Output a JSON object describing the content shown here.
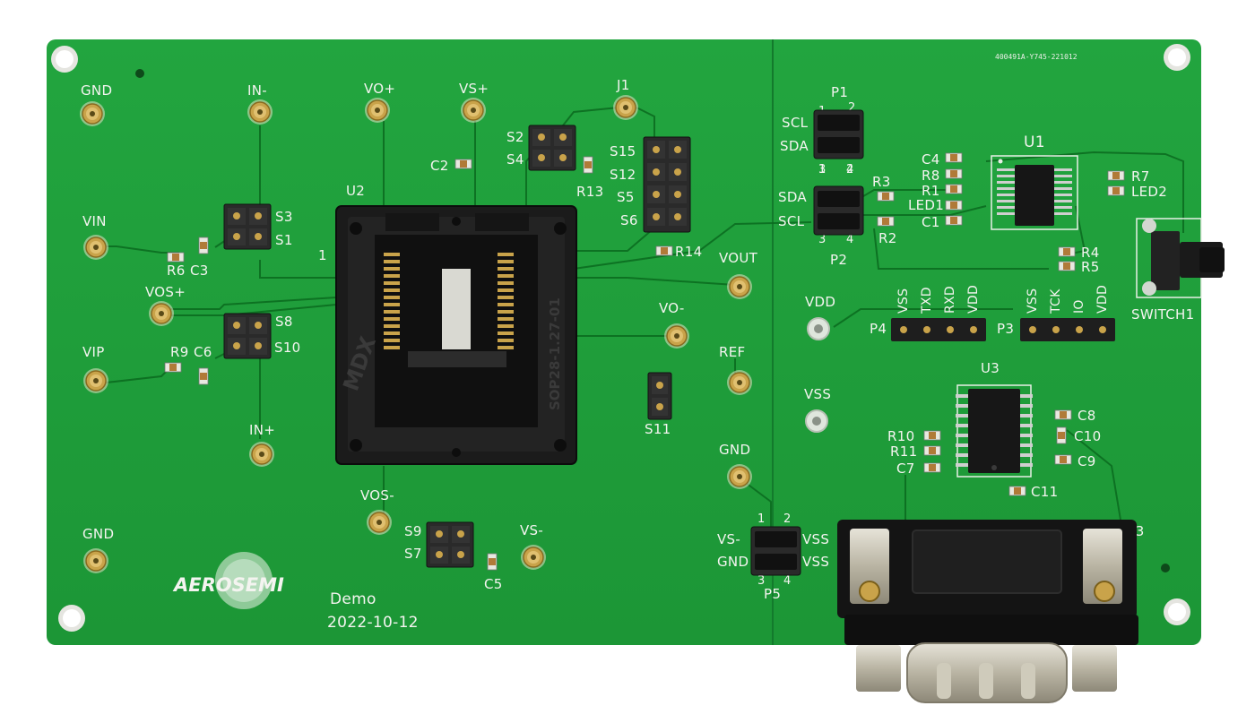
{
  "board": {
    "colors": {
      "pcb": "#1f9e3b",
      "pcb_dark": "#178a32",
      "silkscreen": "#f4f4f0",
      "gold": "#c9a34a",
      "socket": "#1b1b1b"
    },
    "top_code": "400491A-Y745-221012",
    "brand": "AEROSEMI",
    "demo_label": "Demo",
    "date_label": "2022-10-12",
    "socket_marks": {
      "brand": "MDX",
      "part": "SOP28-1.27-01",
      "pin1": "1"
    },
    "test_points": {
      "gnd_tl": "GND",
      "in_minus": "IN-",
      "vo_plus": "VO+",
      "vs_plus": "VS+",
      "j1": "J1",
      "vin": "VIN",
      "vos_plus": "VOS+",
      "vip": "VIP",
      "in_plus": "IN+",
      "gnd_bl": "GND",
      "vos_minus": "VOS-",
      "vs_minus": "VS-",
      "vout": "VOUT",
      "vo_minus": "VO-",
      "ref": "REF",
      "gnd_mid": "GND",
      "vdd": "VDD",
      "vss": "VSS"
    },
    "refdes": {
      "u1": "U1",
      "u2": "U2",
      "u3": "U3",
      "j3": "J3",
      "p1": "P1",
      "p2": "P2",
      "p3": "P3",
      "p4": "P4",
      "p5": "P5",
      "s1": "S1",
      "s2": "S2",
      "s3": "S3",
      "s4": "S4",
      "s5": "S5",
      "s6": "S6",
      "s7": "S7",
      "s8": "S8",
      "s9": "S9",
      "s10": "S10",
      "s11": "S11",
      "s12": "S12",
      "s15": "S15",
      "r1": "R1",
      "r2": "R2",
      "r3": "R3",
      "r4": "R4",
      "r5": "R5",
      "r6": "R6",
      "r7": "R7",
      "r8": "R8",
      "r9": "R9",
      "r10": "R10",
      "r11": "R11",
      "r13": "R13",
      "r14": "R14",
      "c1": "C1",
      "c2": "C2",
      "c3": "C3",
      "c4": "C4",
      "c5": "C5",
      "c6": "C6",
      "c7": "C7",
      "c8": "C8",
      "c9": "C9",
      "c10": "C10",
      "c11": "C11",
      "led1": "LED1",
      "led2": "LED2",
      "switch1": "SWITCH1"
    },
    "header_labels": {
      "p1_scl": "SCL",
      "p1_sda": "SDA",
      "p2_sda": "SDA",
      "p2_scl": "SCL",
      "p1_n1": "1",
      "p1_n2": "2",
      "p1_n3": "3",
      "p1_n4": "4",
      "p2_n1": "1",
      "p2_n2": "2",
      "p2_n3": "3",
      "p2_n4": "4",
      "p4_pins": [
        "VSS",
        "TXD",
        "RXD",
        "VDD"
      ],
      "p3_pins": [
        "VSS",
        "TCK",
        "IO",
        "VDD"
      ],
      "p5_vs_minus": "VS-",
      "p5_gnd": "GND",
      "p5_vss_a": "VSS",
      "p5_vss_b": "VSS",
      "p5_n1": "1",
      "p5_n2": "2",
      "p5_n3": "3",
      "p5_n4": "4"
    }
  }
}
